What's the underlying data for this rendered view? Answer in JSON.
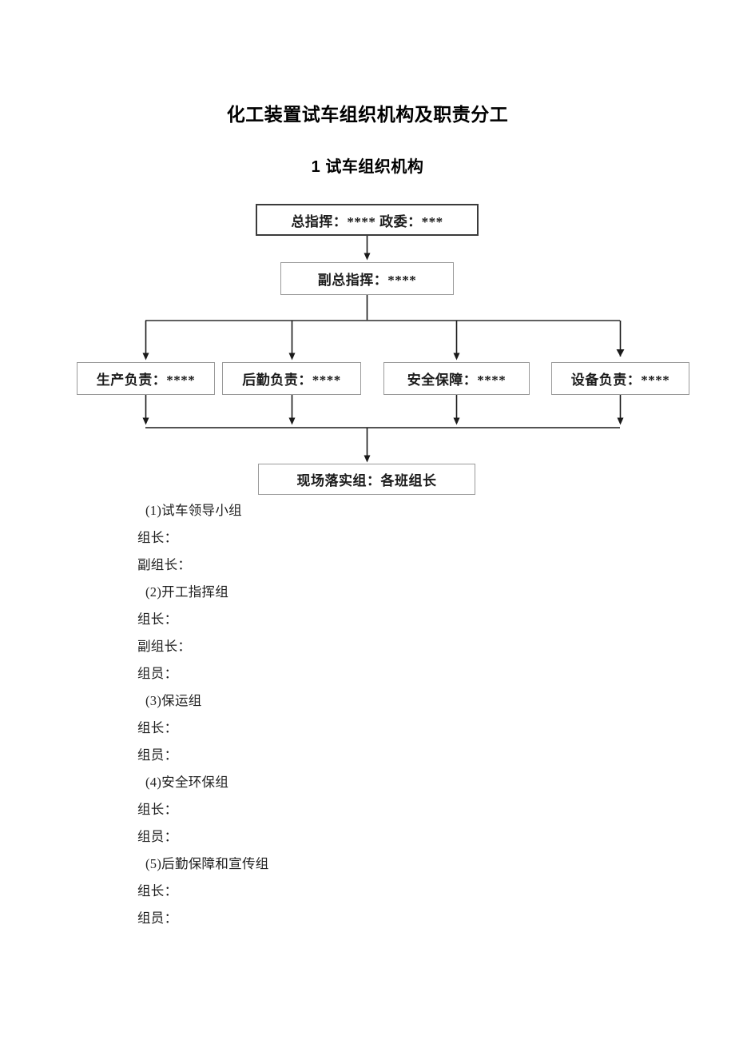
{
  "document": {
    "title": "化工装置试车组织机构及职责分工",
    "section_heading": "1 试车组织机构"
  },
  "org_chart": {
    "nodes": {
      "commander": "总指挥：**** 政委：***",
      "deputy_commander": "副总指挥：****",
      "production": "生产负责：****",
      "logistics": "后勤负责：****",
      "safety": "安全保障：****",
      "equipment": "设备负责：****",
      "onsite": "现场落实组：各班组长"
    },
    "colors": {
      "node_border": "#9a9a9a",
      "root_border": "#3b3b3b",
      "connector": "#1a1a1a",
      "background": "#ffffff"
    }
  },
  "groups": [
    {
      "heading": "（1）试车领导小组",
      "roles": [
        "组长：",
        "副组长："
      ]
    },
    {
      "heading": "（2）开工指挥组",
      "roles": [
        "组长：",
        "副组长：",
        "组员："
      ]
    },
    {
      "heading": "（3）保运组",
      "roles": [
        "组长：",
        "组员："
      ]
    },
    {
      "heading": "（4）安全环保组",
      "roles": [
        "组长：",
        "组员："
      ]
    },
    {
      "heading": "（5）后勤保障和宣传组",
      "roles": [
        "组长：",
        "组员："
      ]
    }
  ],
  "lines": [
    "(1)试车领导小组",
    "组长：",
    "副组长：",
    "(2)开工指挥组",
    "组长：",
    "副组长：",
    "组员：",
    "(3)保运组",
    "组长：",
    "组员：",
    "(4)安全环保组",
    "组长：",
    "组员：",
    "(5)后勤保障和宣传组",
    "组长：",
    "组员："
  ]
}
